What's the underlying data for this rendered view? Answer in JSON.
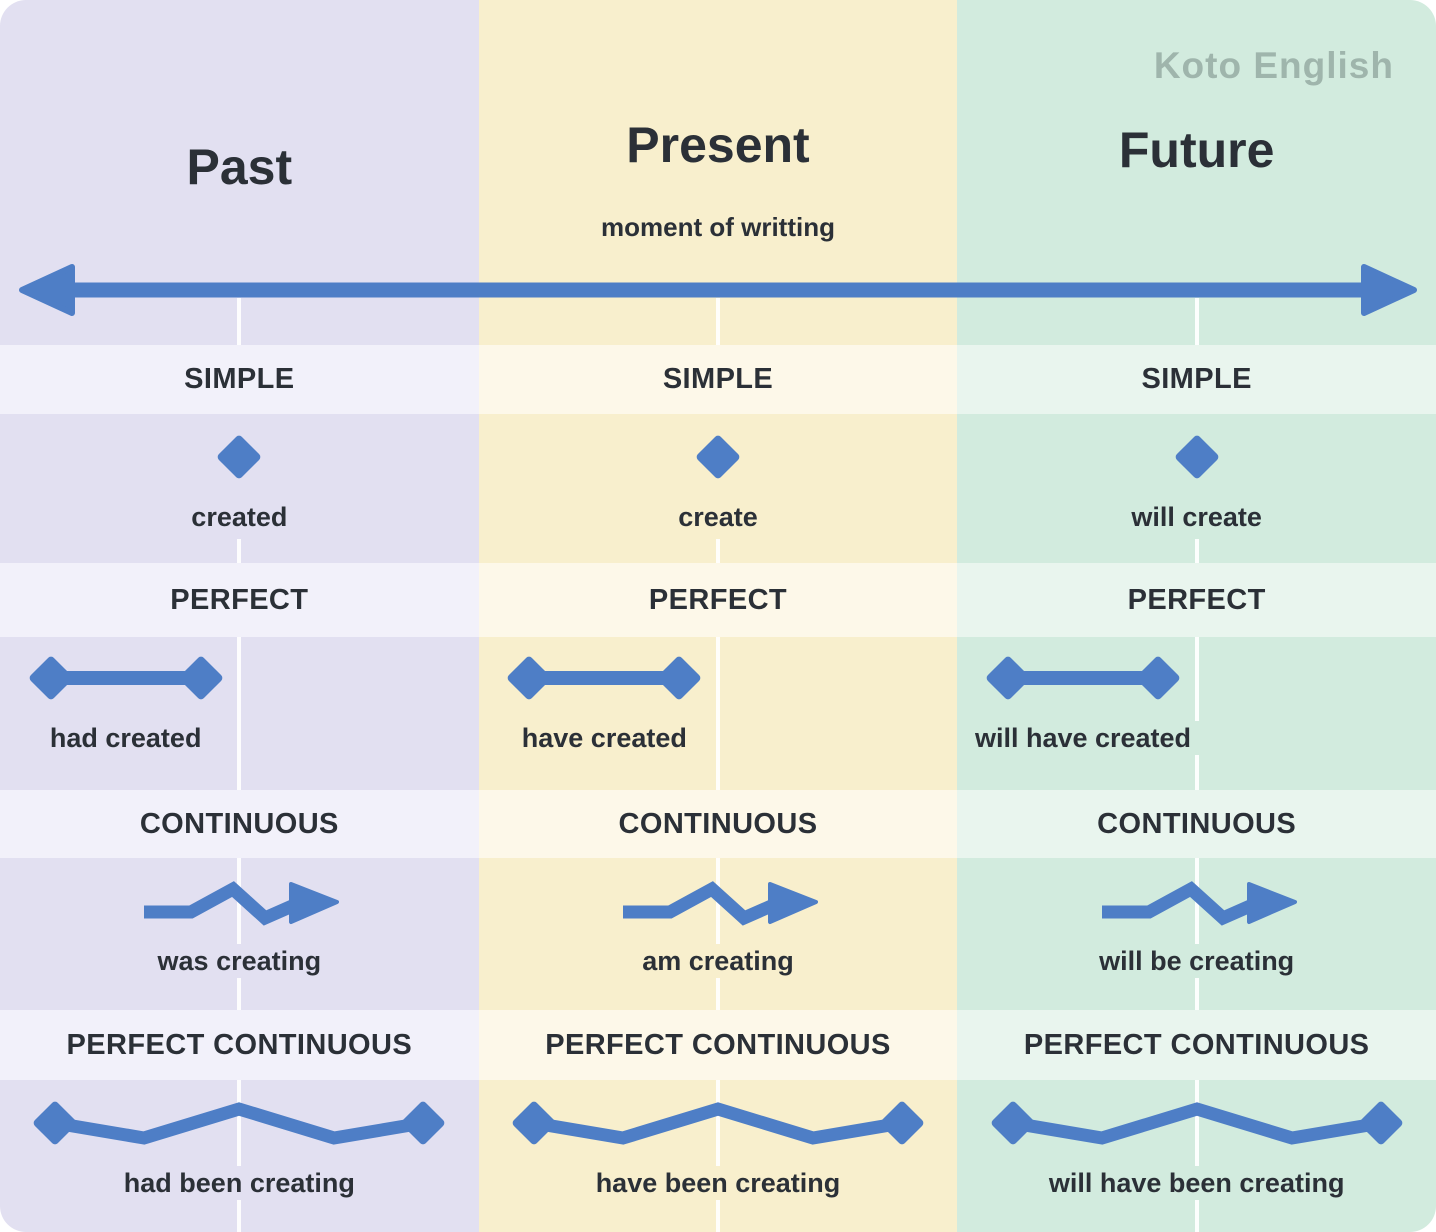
{
  "logo": "Koto English",
  "colors": {
    "blue": "#4E7EC6",
    "text": "#2B3037",
    "logo_color": "#9FB5AC",
    "past_bg": "#E2E0F1",
    "past_band": "#F2F1FA",
    "present_bg": "#F8EFCD",
    "present_band": "#FDF8E9",
    "future_bg": "#D2EBDE",
    "future_band": "#E9F5EE"
  },
  "icons": {
    "timeline": "double-headed-arrow",
    "simple": "diamond-point",
    "perfect": "diamond-range-bar",
    "continuous": "zigzag-arrow",
    "perfect_continuous": "zigzag-diamond-range"
  },
  "row_labels": [
    {
      "label": "SIMPLE"
    },
    {
      "label": "PERFECT"
    },
    {
      "label": "CONTINUOUS"
    },
    {
      "label": "PERFECT CONTINUOUS"
    }
  ],
  "columns": [
    {
      "title": "Past",
      "subtitle": "",
      "simple": "created",
      "perfect": "had created",
      "continuous": "was creating",
      "perfect_continuous": "had been creating"
    },
    {
      "title": "Present",
      "subtitle": "moment of writting",
      "simple": "create",
      "perfect": "have created",
      "continuous": "am creating",
      "perfect_continuous": "have been creating"
    },
    {
      "title": "Future",
      "subtitle": "",
      "simple": "will create",
      "perfect": "will have created",
      "continuous": "will be creating",
      "perfect_continuous": "will have been creating"
    }
  ]
}
